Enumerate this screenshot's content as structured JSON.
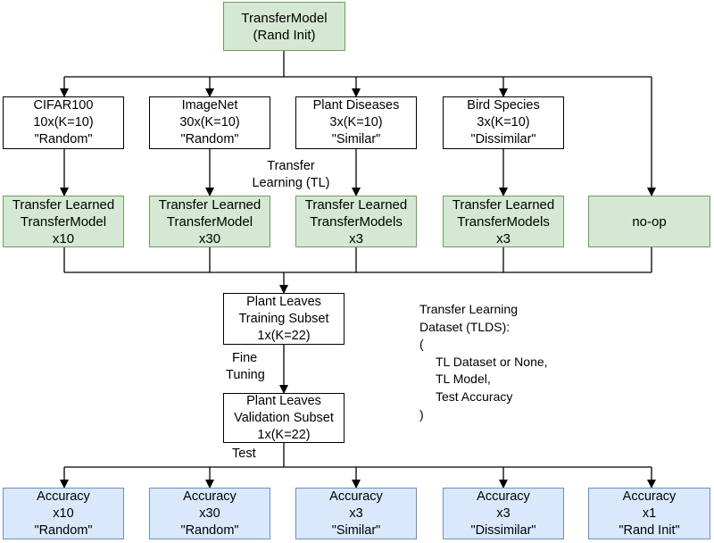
{
  "root": [
    "TransferModel",
    "(Rand Init)"
  ],
  "datasets": [
    [
      "CIFAR100",
      "10x(K=10)",
      "\"Random\""
    ],
    [
      "ImageNet",
      "30x(K=10)",
      "\"Random\""
    ],
    [
      "Plant Diseases",
      "3x(K=10)",
      "\"Similar\""
    ],
    [
      "Bird Species",
      "3x(K=10)",
      "\"Dissimilar\""
    ]
  ],
  "tl_label": [
    "Transfer",
    "Learning (TL)"
  ],
  "learned": [
    [
      "Transfer Learned",
      "TransferModel",
      "x10"
    ],
    [
      "Transfer Learned",
      "TransferModel",
      "x30"
    ],
    [
      "Transfer Learned",
      "TransferModels",
      "x3"
    ],
    [
      "Transfer Learned",
      "TransferModels",
      "x3"
    ],
    [
      "no-op"
    ]
  ],
  "training": [
    "Plant Leaves",
    "Training Subset",
    "1x(K=22)"
  ],
  "fine_tuning_label": [
    "Fine",
    "Tuning"
  ],
  "validation": [
    "Plant Leaves",
    "Validation Subset",
    "1x(K=22)"
  ],
  "test_label": "Test",
  "accuracies": [
    [
      "Accuracy",
      "x10",
      "\"Random\""
    ],
    [
      "Accuracy",
      "x30",
      "\"Random\""
    ],
    [
      "Accuracy",
      "x3",
      "\"Similar\""
    ],
    [
      "Accuracy",
      "x3",
      "\"Dissimilar\""
    ],
    [
      "Accuracy",
      "x1",
      "\"Rand Init\""
    ]
  ],
  "legend": [
    "Transfer Learning",
    "Dataset (TLDS):",
    "(",
    "TL Dataset or None,",
    "TL Model,",
    "Test Accuracy",
    ")"
  ]
}
